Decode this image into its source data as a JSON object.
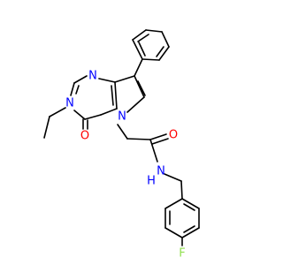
{
  "colors": {
    "carbon_bond": "#000000",
    "nitrogen": "#0000ff",
    "oxygen": "#ff0000",
    "fluorine": "#90e050",
    "background": "#ffffff"
  },
  "atoms": [
    {
      "id": "n_ring_left",
      "label": "N",
      "element": "nitrogen"
    },
    {
      "id": "n_ring_top",
      "label": "N",
      "element": "nitrogen"
    },
    {
      "id": "n_pyrrole",
      "label": "N",
      "element": "nitrogen"
    },
    {
      "id": "o_ring_carbonyl",
      "label": "O",
      "element": "oxygen"
    },
    {
      "id": "o_amide",
      "label": "O",
      "element": "oxygen"
    },
    {
      "id": "n_amide",
      "label": "N",
      "element": "nitrogen"
    },
    {
      "id": "h_amide",
      "label": "H",
      "element": "nitrogen"
    },
    {
      "id": "f_para",
      "label": "F",
      "element": "fluorine"
    }
  ]
}
